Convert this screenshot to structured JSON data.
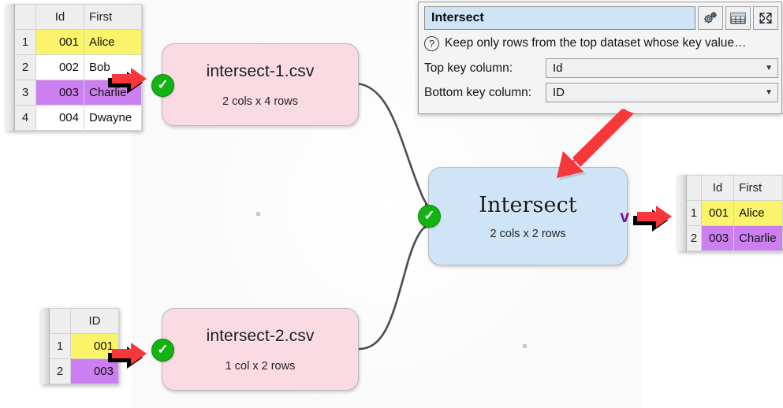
{
  "app": {
    "canvas_name": "flow-canvas"
  },
  "colors": {
    "node_source_fill": "#fadae3",
    "node_op_fill": "#cfe4f7",
    "ok_badge": "#12b312",
    "chevron_purple": "#7b0f9e",
    "annotation_red": "#f6383b",
    "highlight_yellow": "#fbf36a",
    "highlight_purple": "#cc7ff0",
    "canvas_bg": "#fafafa"
  },
  "panel": {
    "name_value": "Intersect",
    "help_text": "Keep only rows from the top dataset whose key value…",
    "help_icon": "question-mark-icon",
    "buttons": [
      {
        "name": "settings-gears-button",
        "icon": "gears-icon"
      },
      {
        "name": "table-view-button",
        "icon": "grid-table-icon"
      },
      {
        "name": "expand-button",
        "icon": "expand-arrows-icon"
      }
    ],
    "fields": [
      {
        "label": "Top key column:",
        "value": "Id",
        "arrow": "▼"
      },
      {
        "label": "Bottom key column:",
        "value": "ID",
        "arrow": "▼"
      }
    ]
  },
  "nodes": [
    {
      "id": "intersect-1",
      "title": "intersect-1.csv",
      "subtitle": "2 cols x 4 rows",
      "kind": "source",
      "status_icon": "green-check-icon"
    },
    {
      "id": "intersect-2",
      "title": "intersect-2.csv",
      "subtitle": "1 col x 2 rows",
      "kind": "source",
      "status_icon": "green-check-icon"
    },
    {
      "id": "intersect-op",
      "title": "Intersect",
      "subtitle": "2 cols x 2 rows",
      "kind": "operation",
      "status_icon": "green-check-icon",
      "output_chevron": "v"
    }
  ],
  "tables": {
    "top_left": {
      "name": "intersect-1-preview",
      "columns": [
        "Id",
        "First"
      ],
      "rows": [
        {
          "n": "1",
          "cells": [
            "001",
            "Alice"
          ],
          "highlight": "yellow"
        },
        {
          "n": "2",
          "cells": [
            "002",
            "Bob"
          ],
          "highlight": "none"
        },
        {
          "n": "3",
          "cells": [
            "003",
            "Charlie"
          ],
          "highlight": "purple"
        },
        {
          "n": "4",
          "cells": [
            "004",
            "Dwayne"
          ],
          "highlight": "none"
        }
      ]
    },
    "bottom_left": {
      "name": "intersect-2-preview",
      "columns": [
        "ID"
      ],
      "rows": [
        {
          "n": "1",
          "cells": [
            "001"
          ],
          "highlight": "yellow"
        },
        {
          "n": "2",
          "cells": [
            "003"
          ],
          "highlight": "purple"
        }
      ]
    },
    "right": {
      "name": "intersect-result-preview",
      "columns": [
        "Id",
        "First"
      ],
      "rows": [
        {
          "n": "1",
          "cells": [
            "001",
            "Alice"
          ],
          "highlight": "yellow"
        },
        {
          "n": "2",
          "cells": [
            "003",
            "Charlie"
          ],
          "highlight": "purple"
        }
      ]
    }
  },
  "annotations": [
    {
      "name": "cursor-arrow-top-left",
      "icon": "red-right-arrow-icon"
    },
    {
      "name": "cursor-arrow-bottom-left",
      "icon": "red-right-arrow-icon"
    },
    {
      "name": "cursor-arrow-right-output",
      "icon": "red-right-arrow-icon"
    },
    {
      "name": "pointer-arrow-to-intersect",
      "icon": "red-diagonal-arrow-icon"
    }
  ]
}
